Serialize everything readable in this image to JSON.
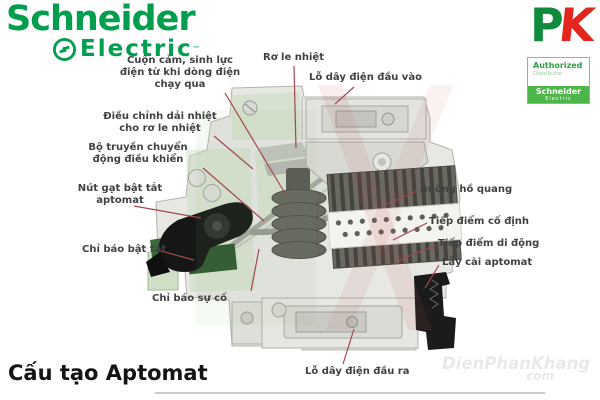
{
  "header": {
    "schneider_logo": {
      "word1": "Schneider",
      "word2": "Electric",
      "trademark": "™"
    },
    "pk_logo": {
      "letter_p": "P",
      "letter_k": "K"
    },
    "authorized_badge": {
      "line1": "Authorized",
      "line2": "Distributor",
      "brand_line1": "Schneider",
      "brand_line2": "Electric"
    }
  },
  "diagram": {
    "labels": {
      "cuon_cam": {
        "text": "Cuộn cảm, sinh lực\nđiện từ khi dòng điện\nchạy qua"
      },
      "ro_le_nhiet": {
        "text": "Rơ le nhiệt"
      },
      "lo_day_dien_dau_vao": {
        "text": "Lỗ dây điện đầu vào"
      },
      "dieu_chinh_dai_nhiet": {
        "text": "Điều chỉnh dải nhiệt\ncho rơ le nhiệt"
      },
      "bo_truyen_chuyen_dong": {
        "text": "Bộ truyền chuyển\nđộng điều khiển"
      },
      "nut_gat_bat_tat": {
        "text": "Nút gạt bật tắt\naptomat"
      },
      "chi_bao_bat_tat": {
        "text": "Chỉ báo bật tắt"
      },
      "chi_bao_su_co": {
        "text": "Chỉ báo sự cố"
      },
      "buong_ho_quang": {
        "text": "Buồng hồ quang"
      },
      "tiep_diem_co_dinh": {
        "text": "Tiếp điểm cố định"
      },
      "tiep_diem_di_dong": {
        "text": "Tiếp điểm di động"
      },
      "lay_cai_aptomat": {
        "text": "Lẫy cài aptomat"
      },
      "lo_day_dien_dau_ra": {
        "text": "Lỗ dây điện đầu ra"
      }
    }
  },
  "footer": {
    "title": "Cấu tạo Aptomat",
    "watermark_line1": "DienPhanKhang",
    "watermark_line2": "com"
  },
  "colors": {
    "schneider_green": "#009e4d",
    "pk_green": "#118a3d",
    "pk_red": "#e2251d",
    "badge_green": "#4cb748",
    "leader_line": "#a4474f",
    "label_text": "#414141"
  }
}
